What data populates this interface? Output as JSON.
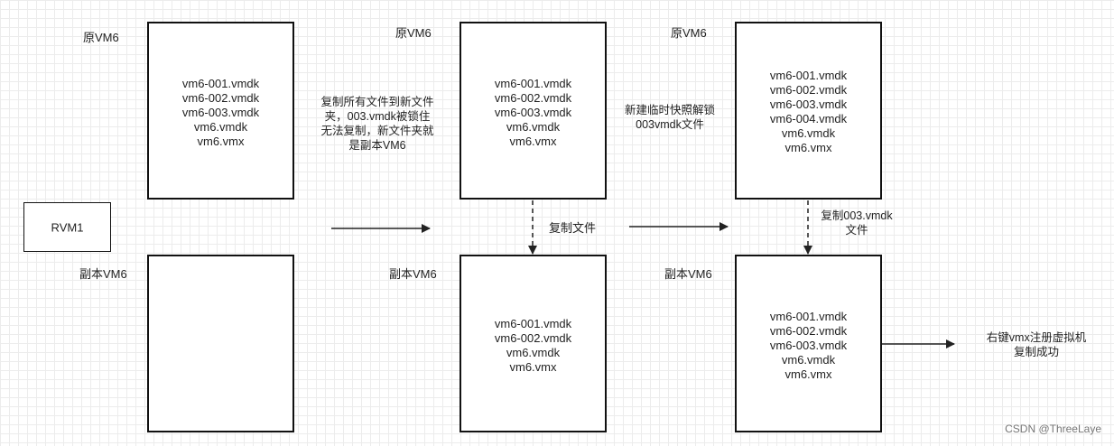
{
  "labels": {
    "orig_1": "原VM6",
    "orig_2": "原VM6",
    "orig_3": "原VM6",
    "copy_1": "副本VM6",
    "copy_2": "副本VM6",
    "copy_3": "副本VM6"
  },
  "rvm": "RVM1",
  "boxes": {
    "orig_1": [
      "vm6-001.vmdk",
      "vm6-002.vmdk",
      "vm6-003.vmdk",
      "vm6.vmdk",
      "vm6.vmx"
    ],
    "orig_2": [
      "vm6-001.vmdk",
      "vm6-002.vmdk",
      "vm6-003.vmdk",
      "vm6.vmdk",
      "vm6.vmx"
    ],
    "orig_3": [
      "vm6-001.vmdk",
      "vm6-002.vmdk",
      "vm6-003.vmdk",
      "vm6-004.vmdk",
      "vm6.vmdk",
      "vm6.vmx"
    ],
    "copy_2": [
      "vm6-001.vmdk",
      "vm6-002.vmdk",
      "vm6.vmdk",
      "vm6.vmx"
    ],
    "copy_3": [
      "vm6-001.vmdk",
      "vm6-002.vmdk",
      "vm6-003.vmdk",
      "vm6.vmdk",
      "vm6.vmx"
    ]
  },
  "notes": {
    "step1": [
      "复制所有文件到新文件",
      "夹，003.vmdk被锁住",
      "无法复制，新文件夹就",
      "是副本VM6"
    ],
    "copy_files": "复制文件",
    "step2": [
      "新建临时快照解锁",
      "003vmdk文件"
    ],
    "copy_003": [
      "复制003.vmdk",
      "文件"
    ],
    "final": [
      "右键vmx注册虚拟机",
      "复制成功"
    ]
  },
  "watermark": "CSDN @ThreeLaye"
}
